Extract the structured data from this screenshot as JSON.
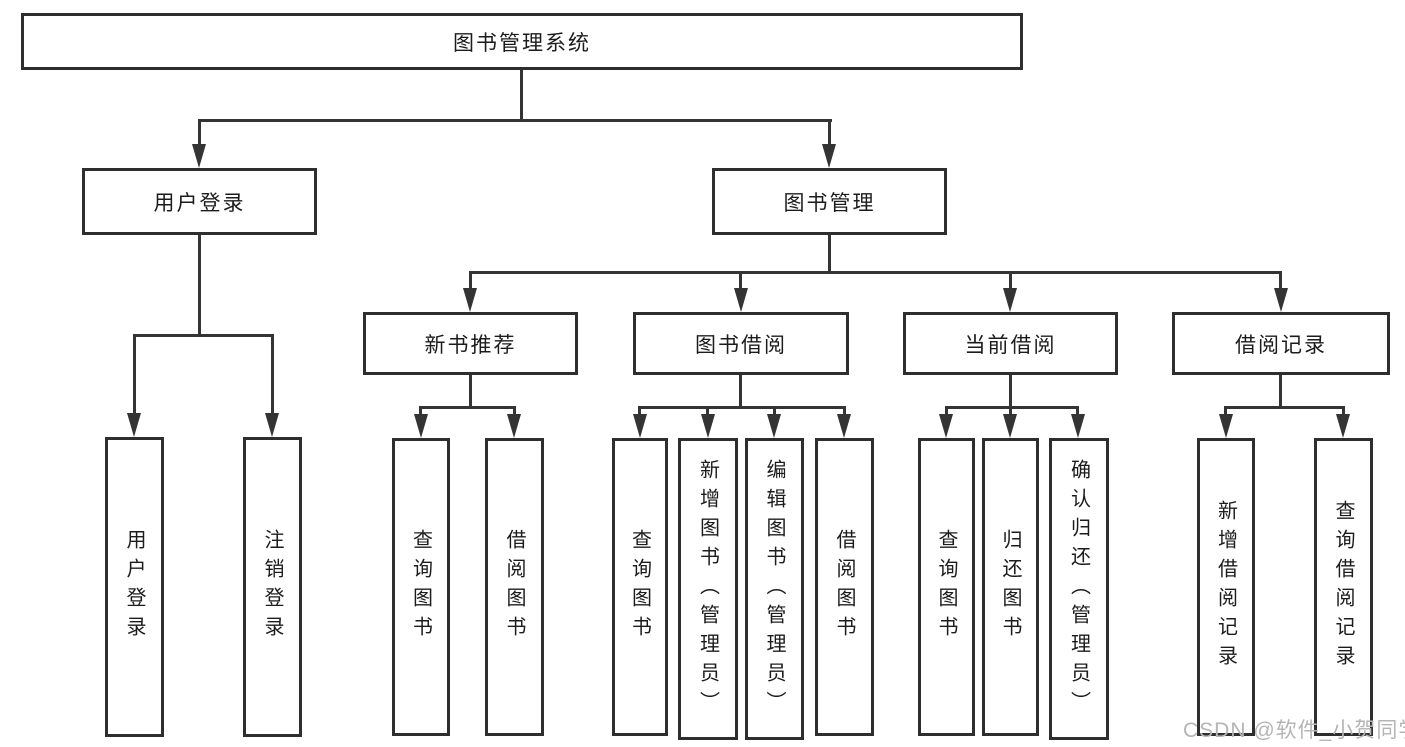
{
  "diagram": {
    "root": {
      "label": "图书管理系统"
    },
    "branches": {
      "user_login": {
        "label": "用户登录",
        "children": [
          "用户登录",
          "注销登录"
        ]
      },
      "book_management": {
        "label": "图书管理",
        "children": {
          "new_books": {
            "label": "新书推荐",
            "children": [
              "查询图书",
              "借阅图书"
            ]
          },
          "book_borrowing": {
            "label": "图书借阅",
            "children": [
              "查询图书",
              "新增图书（管理员）",
              "编辑图书（管理员）",
              "借阅图书"
            ]
          },
          "current_borrowing": {
            "label": "当前借阅",
            "children": [
              "查询图书",
              "归还图书",
              "确认归还（管理员）"
            ]
          },
          "borrowing_records": {
            "label": "借阅记录",
            "children": [
              "新增借阅记录",
              "查询借阅记录"
            ]
          }
        }
      }
    },
    "watermark": "CSDN @软件_小贺同学",
    "colors": {
      "line": "#343434",
      "box_border": "#2e2e2e",
      "text": "#1c1c1c",
      "watermark": "#b5b5b5",
      "background": "#ffffff"
    }
  }
}
